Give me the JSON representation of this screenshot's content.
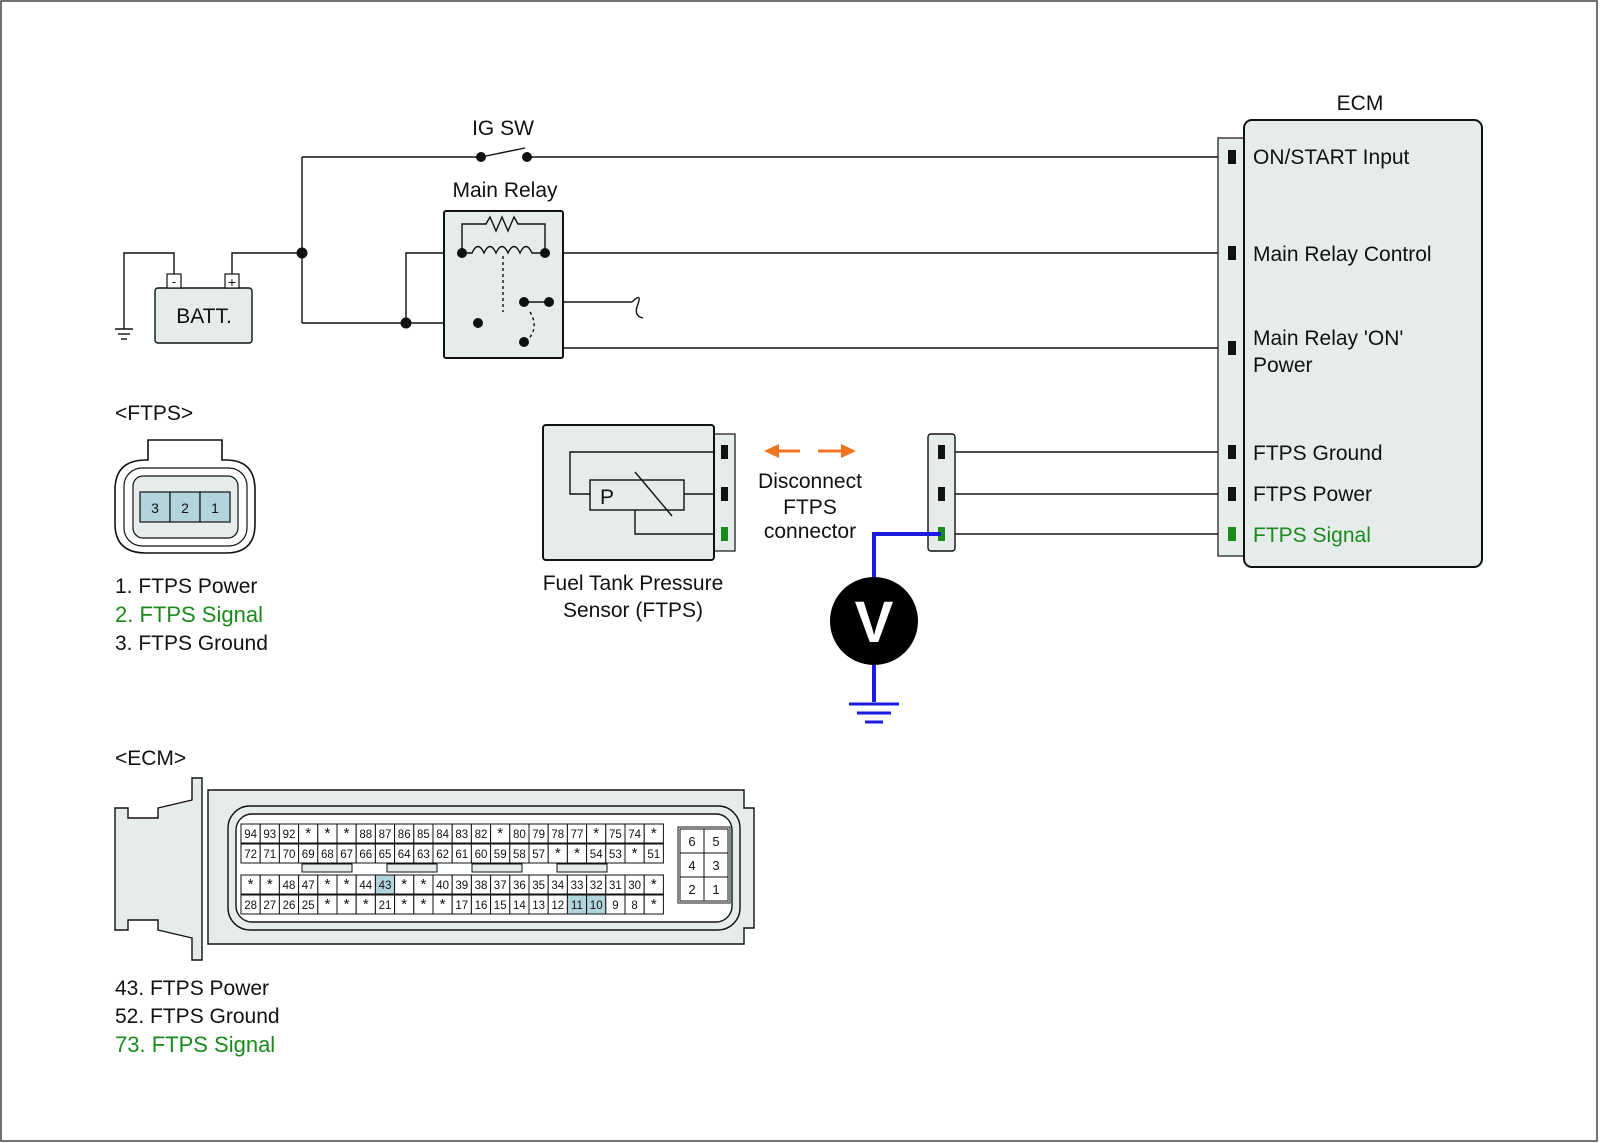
{
  "colors": {
    "line": "#111111",
    "box_fill": "#e6ecec",
    "pin_highlight": "#b2d4dd",
    "signal_green": "#1a8a1a",
    "probe_blue": "#1a1ae0",
    "arrow_orange": "#ef7421"
  },
  "labels": {
    "ig_sw": "IG SW",
    "main_relay": "Main Relay",
    "batt": "BATT.",
    "batt_minus": "-",
    "batt_plus": "+",
    "ecm": "ECM",
    "sensor_p": "P",
    "voltmeter": "V",
    "sensor_name": [
      "Fuel Tank Pressure",
      "Sensor (FTPS)"
    ],
    "disconnect_note": [
      "Disconnect",
      "FTPS",
      "connector"
    ]
  },
  "ecm_terminals": [
    {
      "label": "ON/START Input",
      "highlight": false
    },
    {
      "label": "Main Relay Control",
      "highlight": false
    },
    {
      "label": "Main Relay 'ON'",
      "highlight": false
    },
    {
      "label": "Power",
      "highlight": false
    },
    {
      "label": "FTPS Ground",
      "highlight": false
    },
    {
      "label": "FTPS Power",
      "highlight": false
    },
    {
      "label": "FTPS Signal",
      "highlight": true
    }
  ],
  "ftps_connector": {
    "title": "<FTPS>",
    "pins": [
      "3",
      "2",
      "1"
    ],
    "legend": [
      {
        "text": "1. FTPS Power",
        "highlight": false
      },
      {
        "text": "2. FTPS Signal",
        "highlight": true
      },
      {
        "text": "3. FTPS Ground",
        "highlight": false
      }
    ]
  },
  "ecm_connector": {
    "title": "<ECM>",
    "rows": [
      [
        "94",
        "93",
        "92",
        "*",
        "*",
        "*",
        "88",
        "87",
        "86",
        "85",
        "84",
        "83",
        "82",
        "*",
        "80",
        "79",
        "78",
        "77",
        "*",
        "75",
        "74",
        "*"
      ],
      [
        "72",
        "71",
        "70",
        "69",
        "68",
        "67",
        "66",
        "65",
        "64",
        "63",
        "62",
        "61",
        "60",
        "59",
        "58",
        "57",
        "*",
        "*",
        "54",
        "53",
        "*",
        "51"
      ],
      [
        "*",
        "*",
        "48",
        "47",
        "*",
        "*",
        "44",
        "43",
        "*",
        "*",
        "40",
        "39",
        "38",
        "37",
        "36",
        "35",
        "34",
        "33",
        "32",
        "31",
        "30",
        "*"
      ],
      [
        "28",
        "27",
        "26",
        "25",
        "*",
        "*",
        "*",
        "21",
        "*",
        "*",
        "*",
        "17",
        "16",
        "15",
        "14",
        "13",
        "12",
        "11",
        "10",
        "9",
        "8",
        "*"
      ]
    ],
    "highlighted_pins": [
      "43",
      "11",
      "10"
    ],
    "small_block": [
      [
        "6",
        "5"
      ],
      [
        "4",
        "3"
      ],
      [
        "2",
        "1"
      ]
    ],
    "legend": [
      {
        "text": "43. FTPS Power",
        "highlight": false
      },
      {
        "text": "52. FTPS Ground",
        "highlight": false
      },
      {
        "text": "73. FTPS Signal",
        "highlight": true
      }
    ]
  }
}
